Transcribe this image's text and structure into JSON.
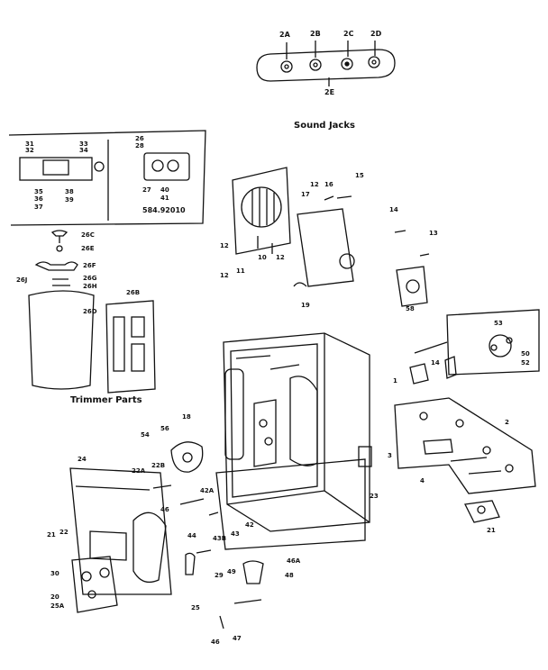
{
  "captions": {
    "sound_jacks": "Sound Jacks",
    "trimmer_parts": "Trimmer Parts",
    "model_number": "584.92010"
  },
  "callouts": {
    "2A": "2A",
    "2B": "2B",
    "2C": "2C",
    "2D": "2D",
    "2E": "2E",
    "31": "31",
    "32": "32",
    "33": "33",
    "34": "34",
    "35": "35",
    "36": "36",
    "37": "37",
    "38": "38",
    "39": "39",
    "26": "26",
    "28": "28",
    "27": "27",
    "40": "40",
    "41": "41",
    "26C": "26C",
    "26E": "26E",
    "26F": "26F",
    "26G": "26G",
    "26H": "26H",
    "26J": "26J",
    "26D": "26D",
    "26B": "26B",
    "12a": "12",
    "11": "11",
    "10": "10",
    "12b": "12",
    "17": "17",
    "12c": "12",
    "16": "16",
    "15": "15",
    "14a": "14",
    "13": "13",
    "19": "19",
    "58": "58",
    "53": "53",
    "50": "50",
    "52": "52",
    "1": "1",
    "14b": "14",
    "2": "2",
    "3": "3",
    "4": "4",
    "21": "21",
    "23": "23",
    "56": "56",
    "18": "18",
    "54": "54",
    "22A": "22A",
    "22B": "22B",
    "42A": "42A",
    "24": "24",
    "46a": "46",
    "44": "44",
    "43": "43",
    "42": "42",
    "43B": "43B",
    "21b": "21",
    "22": "22",
    "30": "30",
    "29": "29",
    "25": "25",
    "20": "20",
    "25A": "25A",
    "46A": "46A",
    "49": "49",
    "48": "48",
    "47": "47",
    "46b": "46"
  }
}
